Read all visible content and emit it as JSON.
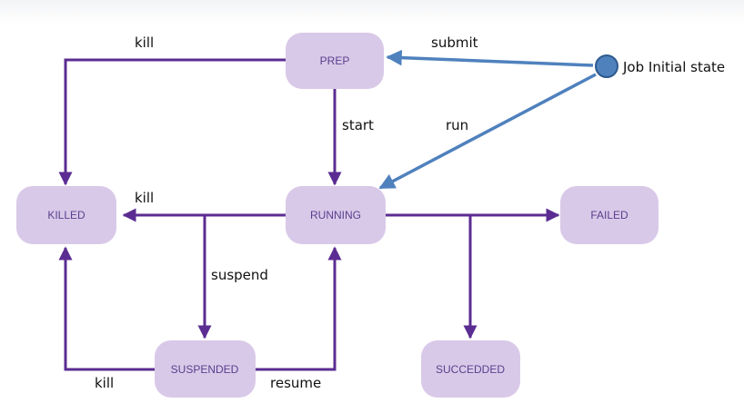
{
  "colors": {
    "state_fill": "#d9c9e8",
    "state_text": "#5a3f8e",
    "transition_line": "#5b2c91",
    "initial_line": "#4f81bd",
    "initial_node": "#4f81bd"
  },
  "initial_node": {
    "label": "Job Initial state",
    "icon": "circle-node-icon"
  },
  "states": {
    "prep": "PREP",
    "running": "RUNNING",
    "killed": "KILLED",
    "failed": "FAILED",
    "suspended": "SUSPENDED",
    "succeeded": "SUCCEDDED"
  },
  "transitions": {
    "submit": "submit",
    "run": "run",
    "start": "start",
    "kill_prep": "kill",
    "kill_running": "kill",
    "kill_suspended": "kill",
    "suspend": "suspend",
    "resume": "resume"
  }
}
